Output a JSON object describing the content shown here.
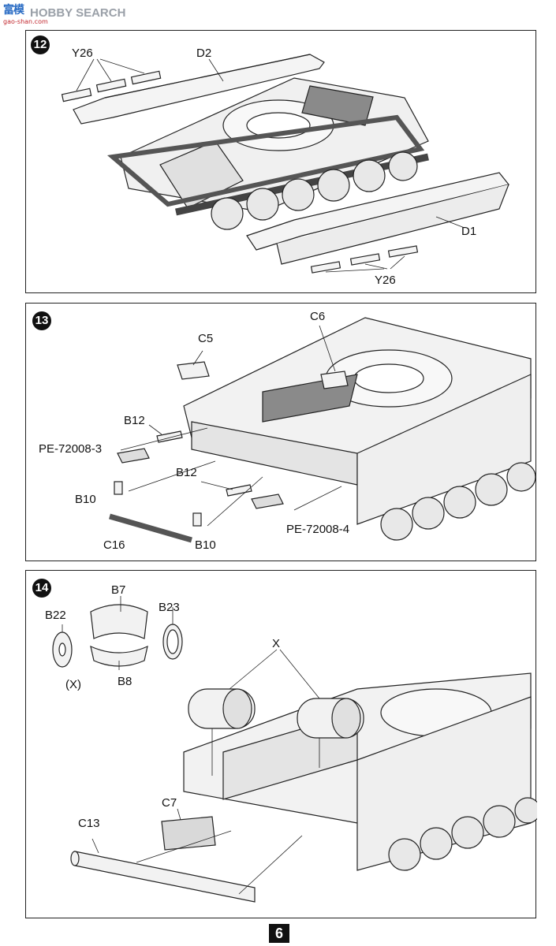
{
  "watermark": {
    "logo": "富模",
    "brand": "HOBBY SEARCH",
    "url": "gao-shan.com"
  },
  "steps": {
    "s12": {
      "number": "12",
      "labels": {
        "y26_top": "Y26",
        "d2": "D2",
        "d1": "D1",
        "y26_bottom": "Y26"
      }
    },
    "s13": {
      "number": "13",
      "labels": {
        "c5": "C5",
        "c6": "C6",
        "b12_top": "B12",
        "pe3": "PE-72008-3",
        "b10_left": "B10",
        "b12_mid": "B12",
        "c16": "C16",
        "b10_bottom": "B10",
        "pe4": "PE-72008-4"
      }
    },
    "s14": {
      "number": "14",
      "labels": {
        "b7": "B7",
        "b22": "B22",
        "b23": "B23",
        "x_note": "(X)",
        "b8": "B8",
        "x": "X",
        "c7": "C7",
        "c13": "C13"
      }
    }
  },
  "page_number": "6",
  "colors": {
    "line": "#222222",
    "fill_light": "#f2f2f2",
    "fill_mid": "#d9d9d9",
    "fill_dark": "#8a8a8a"
  }
}
